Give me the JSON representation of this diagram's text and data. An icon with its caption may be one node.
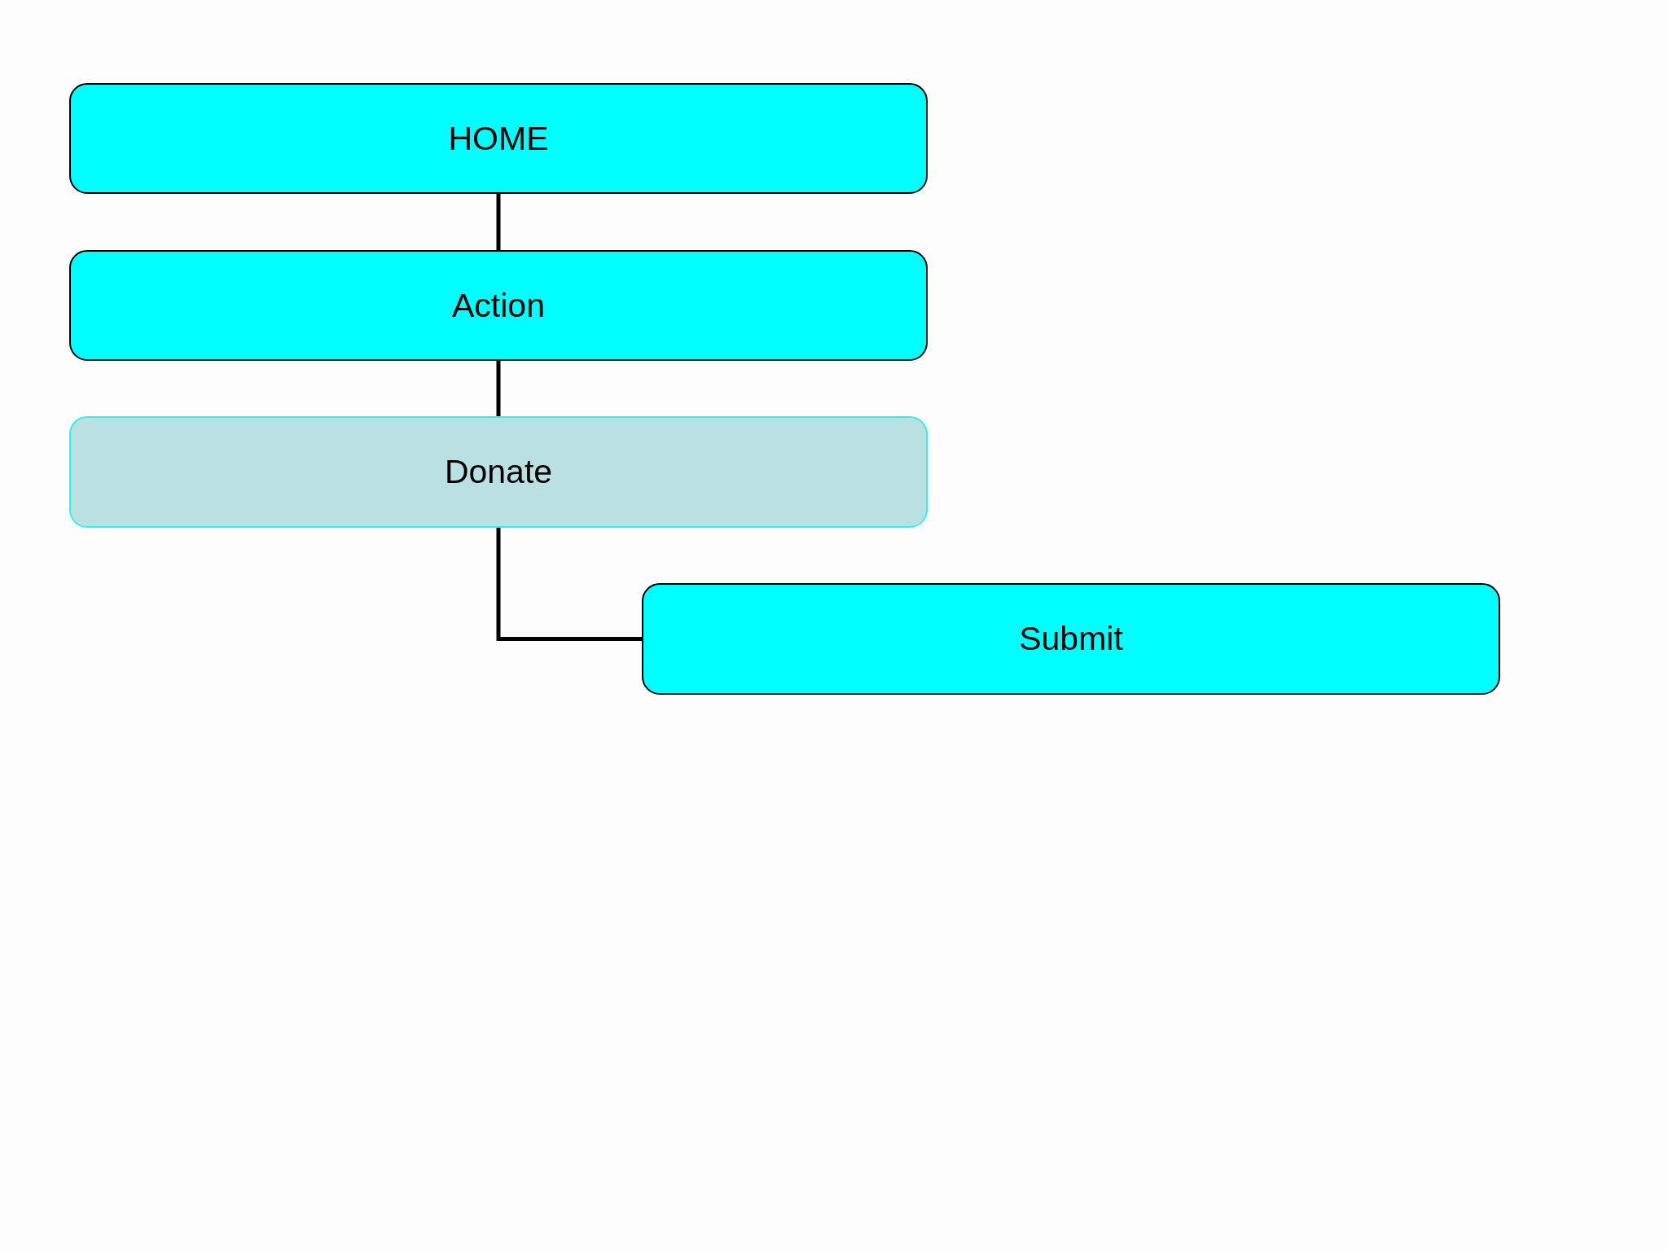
{
  "diagram": {
    "nodes": [
      {
        "text": [
          "HOME"
        ]
      },
      {
        "text": [
          "Action"
        ]
      },
      {
        "text": [
          "Donate"
        ]
      },
      {
        "text": [
          "Submit"
        ]
      }
    ],
    "edges": [
      {
        "from": 0,
        "to": 1,
        "arrow": "none"
      },
      {
        "from": 1,
        "to": 2,
        "arrow": "none"
      },
      {
        "from": 2,
        "to": 3,
        "arrow": "none"
      }
    ]
  }
}
